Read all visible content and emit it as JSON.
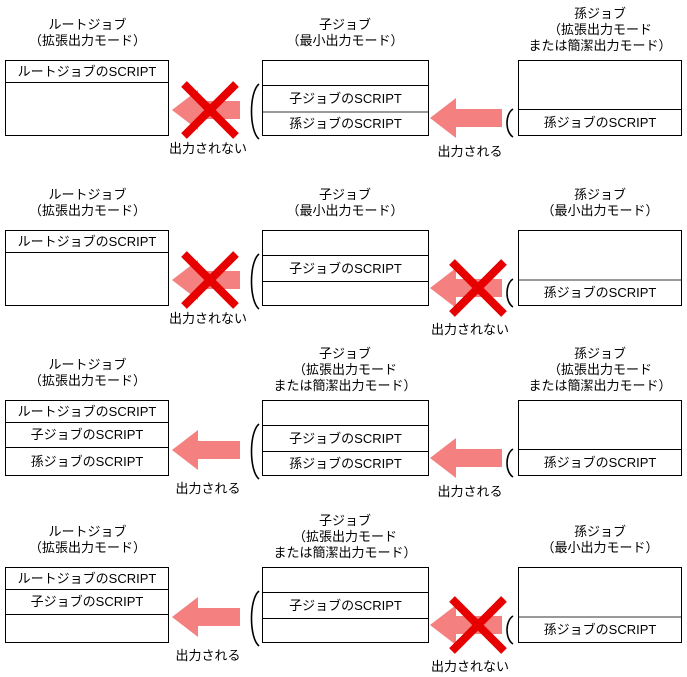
{
  "colors": {
    "arrow_pink": "#F48080",
    "cross_red": "#E60000",
    "divider_gray": "#999999"
  },
  "rows": [
    {
      "root": {
        "title1": "ルートジョブ",
        "title2": "（拡張出力モード）",
        "s1": "ルートジョブのSCRIPT",
        "s2": ""
      },
      "left_arrow": {
        "label": "出力されない",
        "crossed": true
      },
      "child": {
        "title1": "子ジョブ",
        "title2": "（最小出力モード）",
        "s1": "",
        "s2": "子ジョブのSCRIPT",
        "s3": "孫ジョブのSCRIPT"
      },
      "right_arrow": {
        "label": "出力される",
        "crossed": false
      },
      "grand": {
        "title1": "孫ジョブ",
        "title2": "（拡張出力モード",
        "title3": "または簡潔出力モード）",
        "s1": "",
        "s2": "孫ジョブのSCRIPT"
      }
    },
    {
      "root": {
        "title1": "ルートジョブ",
        "title2": "（拡張出力モード）",
        "s1": "ルートジョブのSCRIPT",
        "s2": ""
      },
      "left_arrow": {
        "label": "出力されない",
        "crossed": true
      },
      "child": {
        "title1": "子ジョブ",
        "title2": "（最小出力モード）",
        "s1": "",
        "s2": "子ジョブのSCRIPT",
        "s3": ""
      },
      "right_arrow": {
        "label": "出力されない",
        "crossed": true
      },
      "grand": {
        "title1": "孫ジョブ",
        "title2": "（最小出力モード）",
        "s1": "",
        "s2": "孫ジョブのSCRIPT"
      }
    },
    {
      "root": {
        "title1": "ルートジョブ",
        "title2": "（拡張出力モード）",
        "s1": "ルートジョブのSCRIPT",
        "s2": "子ジョブのSCRIPT",
        "s3": "孫ジョブのSCRIPT"
      },
      "left_arrow": {
        "label": "出力される",
        "crossed": false
      },
      "child": {
        "title1": "子ジョブ",
        "title2": "（拡張出力モード",
        "title3": "または簡潔出力モード）",
        "s1": "",
        "s2": "子ジョブのSCRIPT",
        "s3": "孫ジョブのSCRIPT"
      },
      "right_arrow": {
        "label": "出力される",
        "crossed": false
      },
      "grand": {
        "title1": "孫ジョブ",
        "title2": "（拡張出力モード",
        "title3": "または簡潔出力モード）",
        "s1": "",
        "s2": "孫ジョブのSCRIPT"
      }
    },
    {
      "root": {
        "title1": "ルートジョブ",
        "title2": "（拡張出力モード）",
        "s1": "ルートジョブのSCRIPT",
        "s2": "子ジョブのSCRIPT",
        "s3": ""
      },
      "left_arrow": {
        "label": "出力される",
        "crossed": false
      },
      "child": {
        "title1": "子ジョブ",
        "title2": "（拡張出力モード",
        "title3": "または簡潔出力モード）",
        "s1": "",
        "s2": "子ジョブのSCRIPT",
        "s3": ""
      },
      "right_arrow": {
        "label": "出力されない",
        "crossed": true
      },
      "grand": {
        "title1": "孫ジョブ",
        "title2": "（最小出力モード）",
        "s1": "",
        "s2": "孫ジョブのSCRIPT"
      }
    }
  ]
}
